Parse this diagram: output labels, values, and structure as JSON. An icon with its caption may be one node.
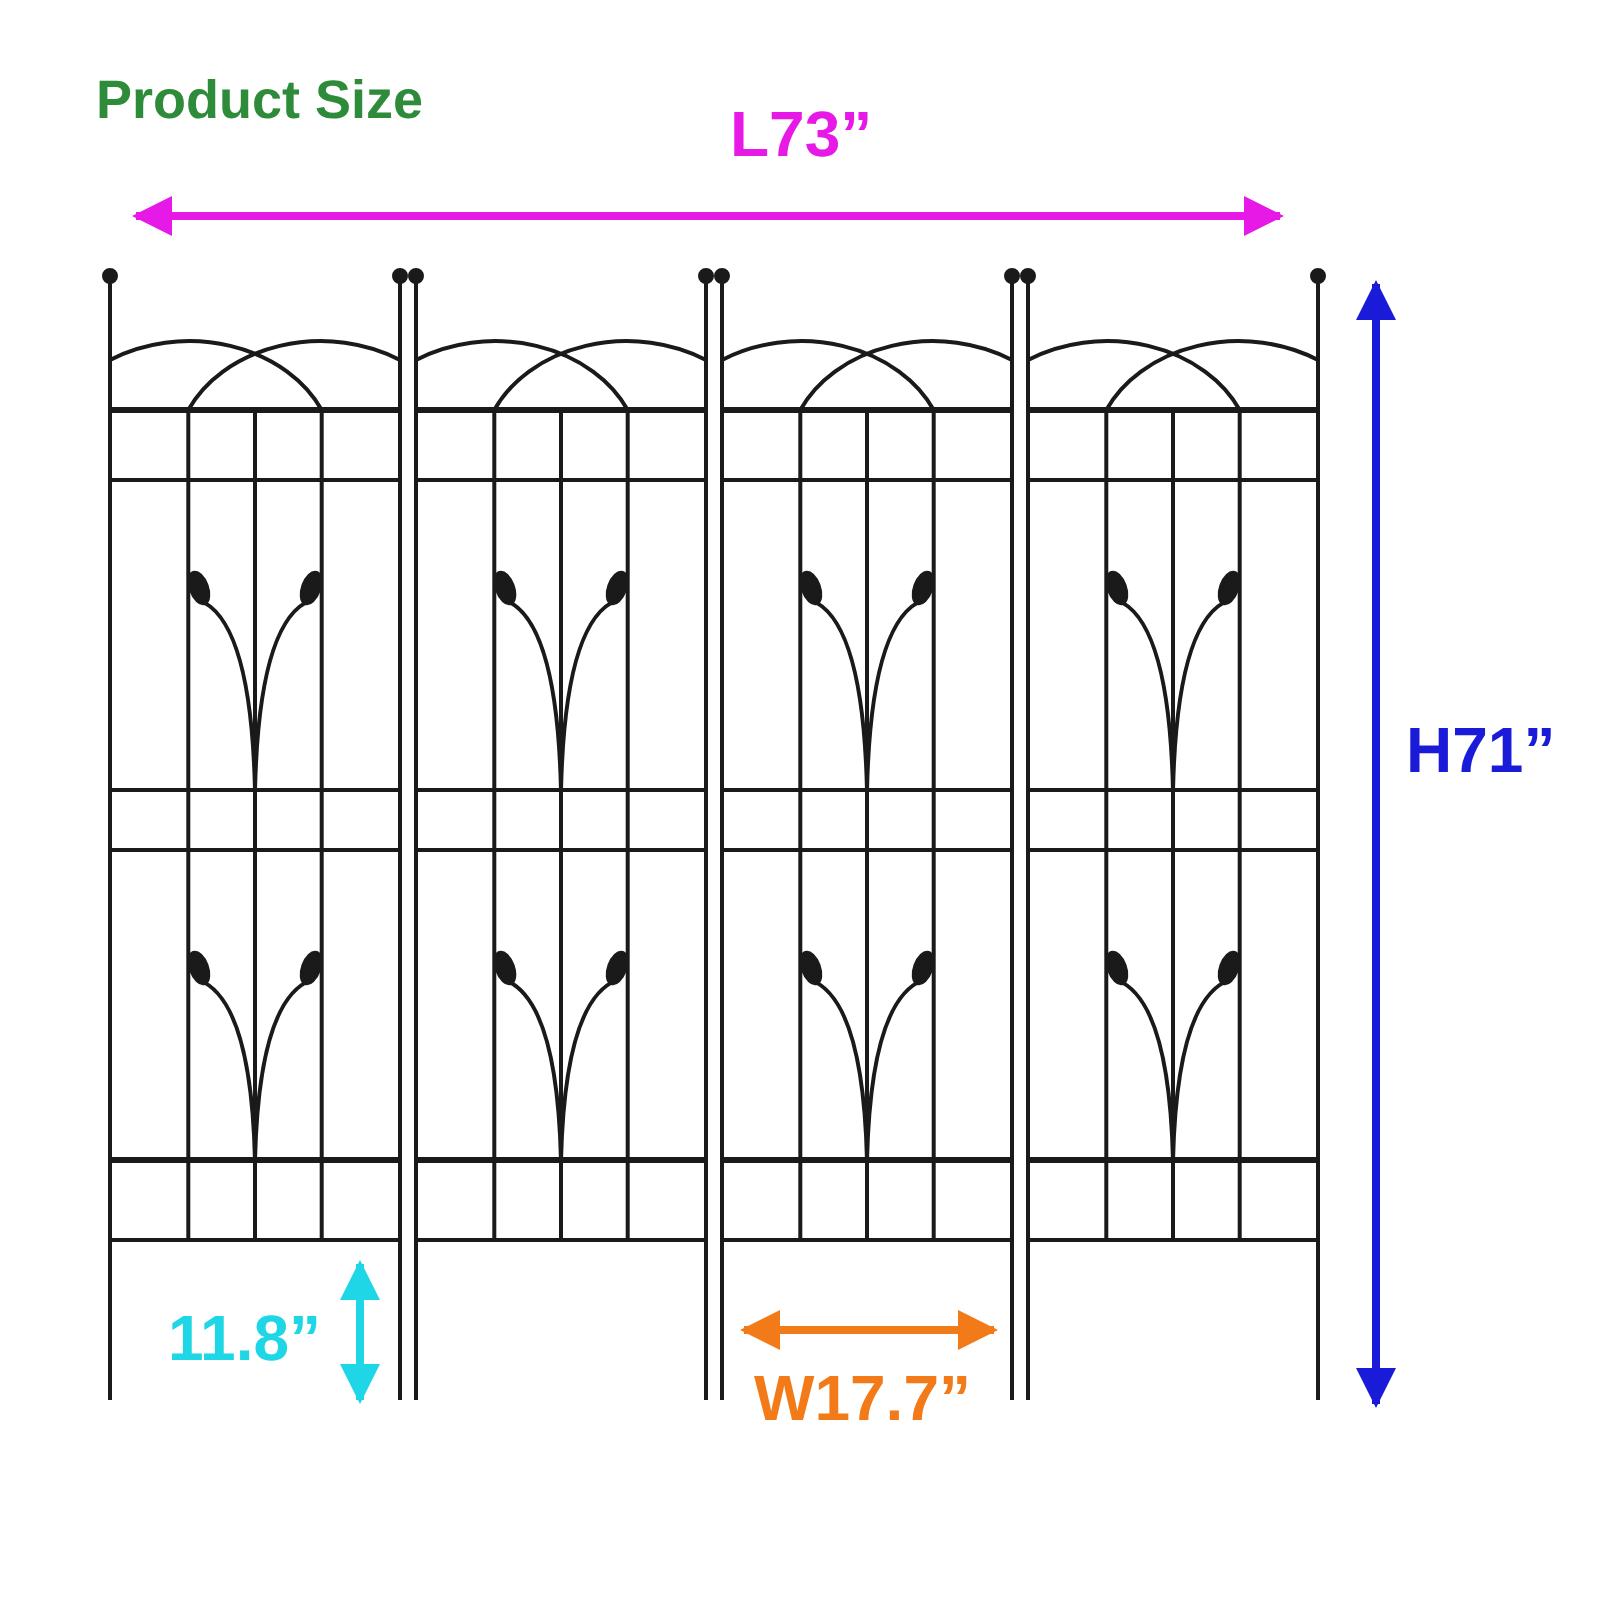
{
  "diagram": {
    "title": "Product Size",
    "labels": [
      "L73”",
      "H71”",
      "11.8”",
      "W17.7”"
    ]
  }
}
